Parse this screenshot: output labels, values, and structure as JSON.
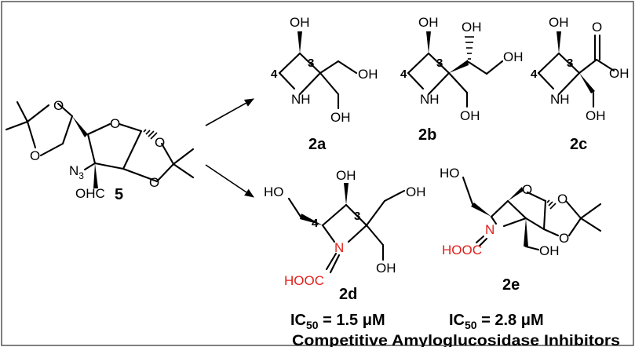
{
  "compound_labels": {
    "c5": "5",
    "c2a": "2a",
    "c2b": "2b",
    "c2c": "2c",
    "c2d": "2d",
    "c2e": "2e"
  },
  "atoms": {
    "O": "O",
    "OH": "OH",
    "HO": "HO",
    "NH": "NH",
    "N": "N",
    "N3": "N",
    "N3_sub": "3",
    "OHC": "OHC",
    "HOOC": "HOOC"
  },
  "position_numbers": {
    "p3": "3",
    "p4": "4"
  },
  "activity": {
    "ic50_2d": {
      "label": "IC",
      "sub": "50",
      "value": " = 1.5 μM"
    },
    "ic50_2e": {
      "label": "IC",
      "sub": "50",
      "value": " = 2.8 μM"
    }
  },
  "caption": "Competitive Amyloglucosidase Inhibitors",
  "colors": {
    "ink": "#000000",
    "accent_red": "#e0201b",
    "frame": "#555555"
  }
}
